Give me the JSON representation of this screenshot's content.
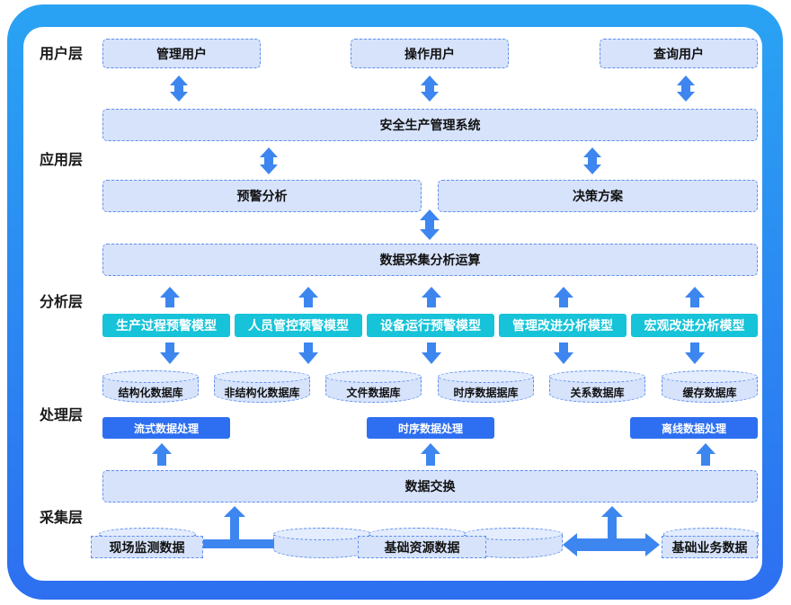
{
  "colors": {
    "frame": "#2d6ff0",
    "box": "#d7e3fb",
    "model": "#16c3d8",
    "process": "#2d6ff0",
    "arrow": "#3d86f0"
  },
  "layers": {
    "user": "用户层",
    "app": "应用层",
    "analysis": "分析层",
    "processing": "处理层",
    "collection": "采集层"
  },
  "users": [
    "管理用户",
    "操作用户",
    "查询用户"
  ],
  "app": {
    "system": "安全生产管理系统",
    "warning": "预警分析",
    "decision": "决策方案"
  },
  "compute": "数据采集分析运算",
  "models": [
    "生产过程预警模型",
    "人员管控预警模型",
    "设备运行预警模型",
    "管理改进分析模型",
    "宏观改进分析模型"
  ],
  "databases": [
    "结构化数据库",
    "非结构化数据库",
    "文件数据库",
    "时序数据据库",
    "关系数据库",
    "缓存数据库"
  ],
  "processing": [
    "流式数据处理",
    "时序数据处理",
    "离线数据处理"
  ],
  "exchange": "数据交换",
  "sources": [
    "现场监测数据",
    "基础资源数据",
    "基础业务数据"
  ]
}
